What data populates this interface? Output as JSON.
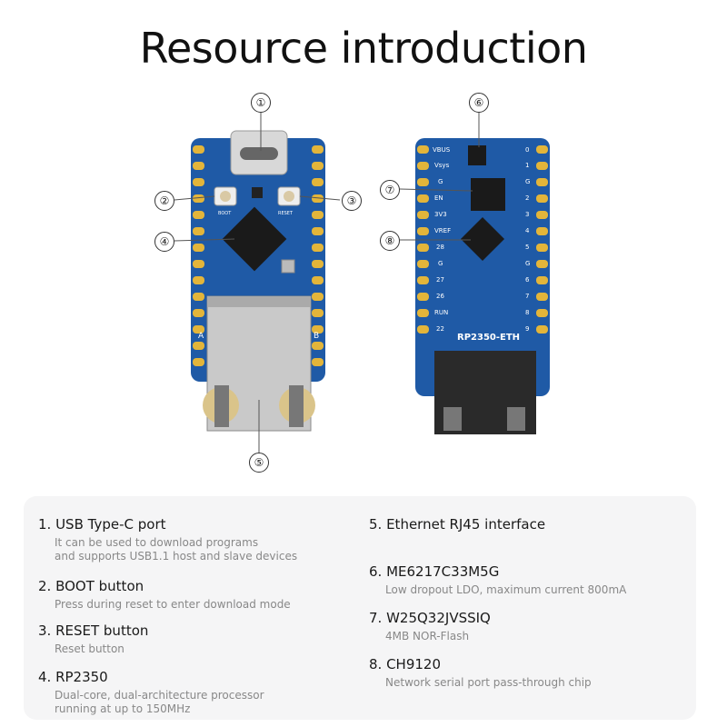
{
  "title": "Resource introduction",
  "callouts": [
    "①",
    "②",
    "③",
    "④",
    "⑤",
    "⑥",
    "⑦",
    "⑧"
  ],
  "board_text": {
    "front_boot": "BOOT",
    "front_reset": "RESET",
    "front_a": "A",
    "front_b": "B",
    "back_name": "RP2350-ETH",
    "back_left_pins": [
      "VBUS",
      "Vsys",
      "G",
      "EN",
      "3V3",
      "VREF",
      "28",
      "G",
      "27",
      "26",
      "RUN",
      "22"
    ],
    "back_right_pins": [
      "0",
      "1",
      "G",
      "2",
      "3",
      "4",
      "5",
      "G",
      "6",
      "7",
      "8",
      "9"
    ]
  },
  "items": [
    {
      "head": "1. USB Type-C port",
      "desc": [
        "It can be used to download programs",
        "and supports USB1.1 host and slave devices"
      ]
    },
    {
      "head": "2. BOOT button",
      "desc": [
        "Press during reset to enter download mode"
      ]
    },
    {
      "head": "3. RESET button",
      "desc": [
        "Reset button"
      ]
    },
    {
      "head": "4. RP2350",
      "desc": [
        "Dual-core, dual-architecture processor",
        "running at up to 150MHz"
      ]
    },
    {
      "head": "5. Ethernet RJ45 interface",
      "desc": []
    },
    {
      "head": "6. ME6217C33M5G",
      "desc": [
        "Low dropout LDO, maximum current 800mA"
      ]
    },
    {
      "head": "7. W25Q32JVSSIQ",
      "desc": [
        "4MB NOR-Flash"
      ]
    },
    {
      "head": "8. CH9120",
      "desc": [
        "Network serial port pass-through chip"
      ]
    }
  ],
  "colors": {
    "pcb": "#1f5aa6",
    "pad": "#e3b53a",
    "metal": "#c9c9c9",
    "panel": "#f5f5f6"
  }
}
